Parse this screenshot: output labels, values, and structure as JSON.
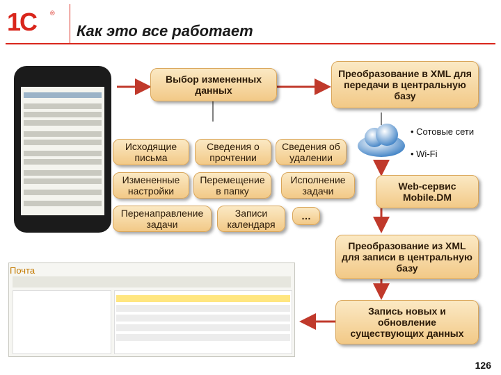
{
  "header": {
    "logo_text": "1С",
    "logo_mark": "®",
    "title": "Как это все работает"
  },
  "boxes": {
    "select_changed": "Выбор измененных данных",
    "convert_xml_send": "Преобразование в XML для передачи в центральную базу",
    "outgoing_letters": "Исходящие письма",
    "read_info": "Сведения о прочтении",
    "delete_info": "Сведения об удалении",
    "changed_settings": "Измененные настройки",
    "move_folder": "Перемещение в папку",
    "task_execution": "Исполнение задачи",
    "task_redirect": "Перенаправление задачи",
    "calendar_entries": "Записи календаря",
    "more": "…",
    "web_service": "Web-сервис Mobile.DM",
    "convert_from_xml": "Преобразование из XML для записи в центральную базу",
    "write_update": "Запись новых и обновление существующих данных"
  },
  "network": {
    "cellular": "• Сотовые сети",
    "wifi": "• Wi-Fi"
  },
  "mail": {
    "title": "Почта"
  },
  "page_number": "126",
  "colors": {
    "accent": "#d9261c",
    "box_top": "#fbe9c4",
    "box_bottom": "#f2c987",
    "arrow": "#c0392b"
  },
  "icons": [
    "cloud-icon",
    "phone-image",
    "mail-window-image"
  ]
}
